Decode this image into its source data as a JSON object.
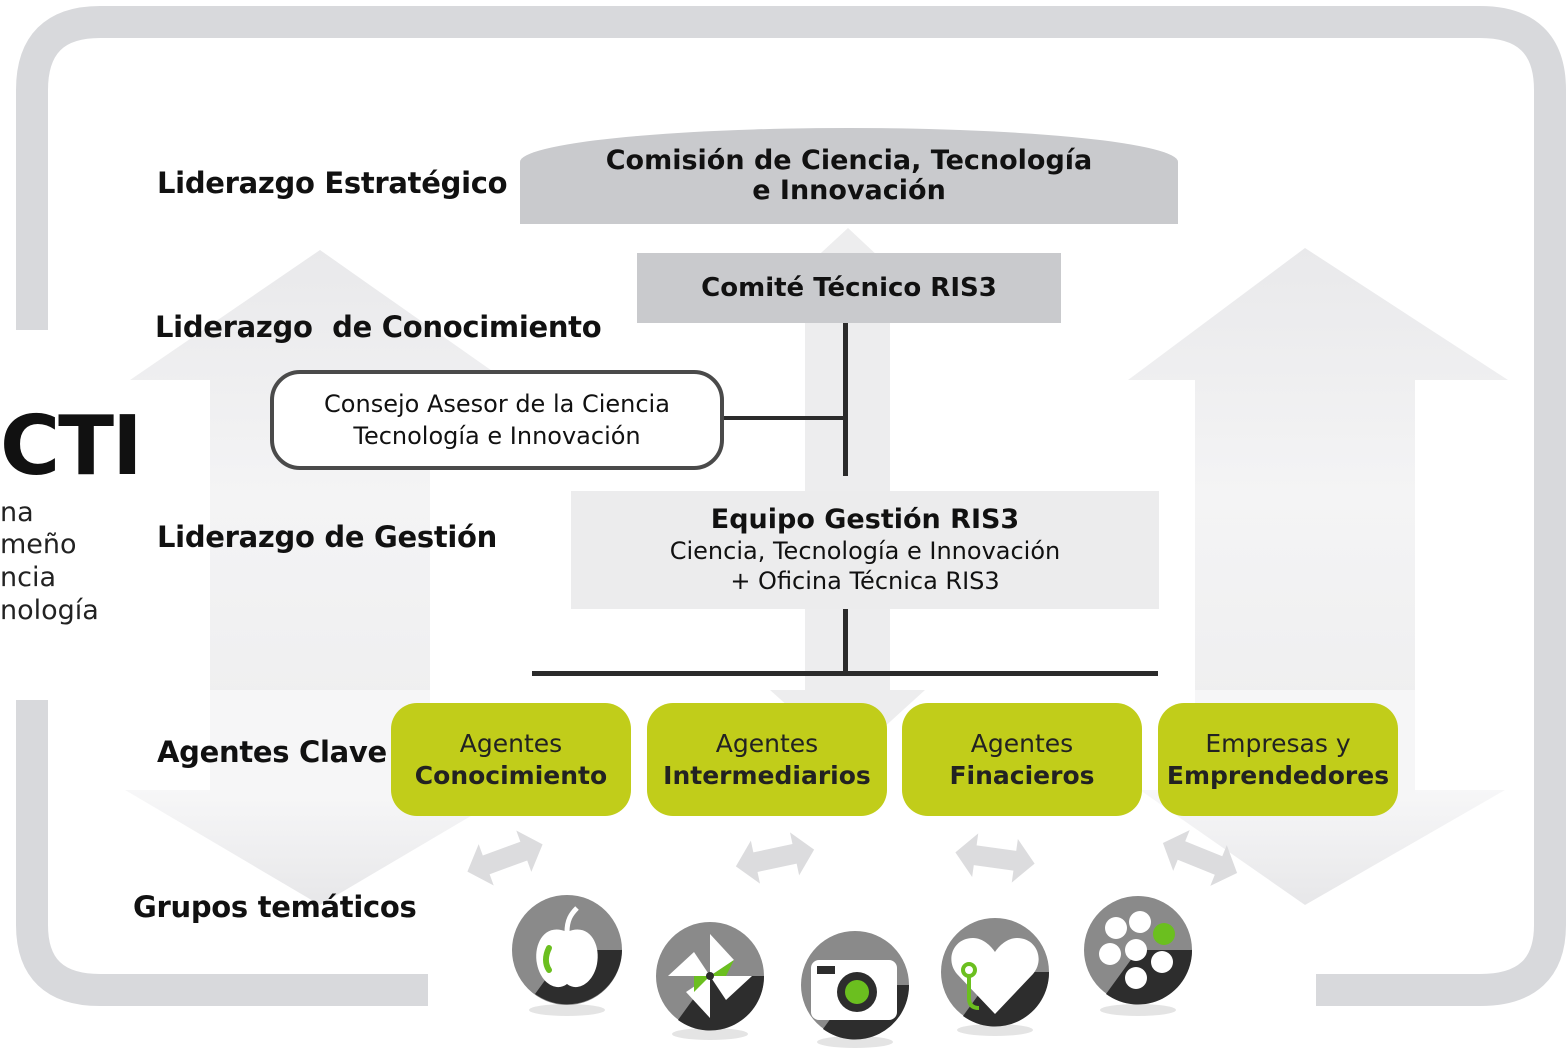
{
  "levels": {
    "strategic": "Liderazgo Estratégico",
    "knowledge": "Liderazgo  de Conocimiento",
    "management": "Liderazgo de Gestión",
    "key_agents": "Agentes Clave",
    "thematic_groups": "Grupos temáticos"
  },
  "commission": {
    "line1": "Comisión de Ciencia, Tecnología",
    "line2": "e Innovación"
  },
  "committee": {
    "label": "Comité Técnico RIS3"
  },
  "council": {
    "line1": "Consejo Asesor de la Ciencia",
    "line2": "Tecnología e Innovación"
  },
  "team": {
    "title": "Equipo Gestión RIS3",
    "line2": "Ciencia, Tecnología e Innovación",
    "line3": "+ Oficina Técnica RIS3"
  },
  "agents": [
    {
      "line1": "Agentes",
      "line2": "Conocimiento"
    },
    {
      "line1": "Agentes",
      "line2": "Intermediarios"
    },
    {
      "line1": "Agentes",
      "line2": "Finacieros"
    },
    {
      "line1": "Empresas y",
      "line2": "Emprendedores"
    }
  ],
  "side_title": {
    "big": "CTI",
    "lines": [
      "na",
      "meño",
      "ncia",
      "nología"
    ]
  },
  "thematic_icons": [
    "apple-icon",
    "pinwheel-icon",
    "camera-icon",
    "heart-health-icon",
    "molecule-icon"
  ],
  "colors": {
    "agent_green": "#c1cd1a",
    "icon_green": "#6bbf1f",
    "icon_dark": "#2d2d2d",
    "icon_gray": "#8a8a8a",
    "commission_gray": "#c9cacd",
    "team_gray": "#ececed",
    "frame_gray": "#d8d9dc"
  }
}
